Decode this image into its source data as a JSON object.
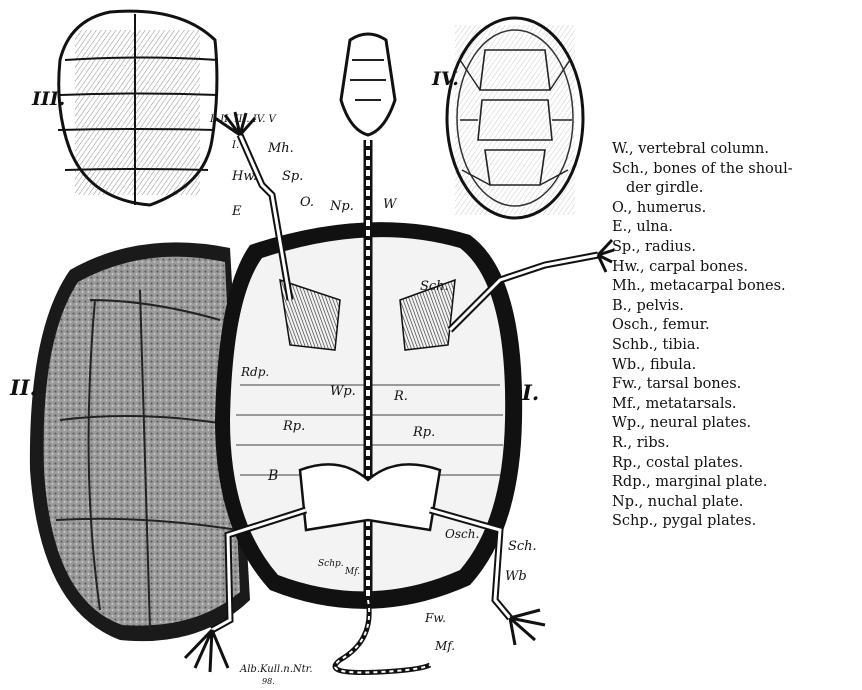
{
  "figure": {
    "roman_numerals": {
      "I": "I.",
      "II": "II.",
      "III": "III.",
      "IV": "IV."
    },
    "labels": {
      "digits": "I. II. III. IV. V",
      "digit_I": "I.",
      "Mh": "Mh.",
      "Hw": "Hw.",
      "Sp": "Sp.",
      "E": "E",
      "O": "O.",
      "Np": "Np.",
      "W": "W",
      "Sch_upper": "Sch.",
      "Rdp": "Rdp.",
      "Wp": "Wp.",
      "R": "R.",
      "Rp_left": "Rp.",
      "Rp_right": "Rp.",
      "B": "B",
      "Osch": "Osch.",
      "Sch_lower": "Sch.",
      "Wb": "Wb",
      "Schp": "Schp.",
      "Fw": "Fw.",
      "Mf": "Mf.",
      "Mf_small": "Mf.",
      "signature": "Alb.Kull.n.Ntr.",
      "signature_num": "98."
    }
  },
  "legend": [
    {
      "first": "W., vertebral column.",
      "cont": ""
    },
    {
      "first": "Sch., bones of the shoul-",
      "cont": "der girdle."
    },
    {
      "first": "O., humerus.",
      "cont": ""
    },
    {
      "first": "E., ulna.",
      "cont": ""
    },
    {
      "first": "Sp., radius.",
      "cont": ""
    },
    {
      "first": "Hw., carpal bones.",
      "cont": ""
    },
    {
      "first": "Mh., metacarpal bones.",
      "cont": ""
    },
    {
      "first": "B., pelvis.",
      "cont": ""
    },
    {
      "first": "Osch., femur.",
      "cont": ""
    },
    {
      "first": "Schb., tibia.",
      "cont": ""
    },
    {
      "first": "Wb., fibula.",
      "cont": ""
    },
    {
      "first": "Fw., tarsal bones.",
      "cont": ""
    },
    {
      "first": "Mf., metatarsals.",
      "cont": ""
    },
    {
      "first": "Wp., neural plates.",
      "cont": ""
    },
    {
      "first": "R., ribs.",
      "cont": ""
    },
    {
      "first": "Rp., costal plates.",
      "cont": ""
    },
    {
      "first": "Rdp., marginal plate.",
      "cont": ""
    },
    {
      "first": "Np., nuchal plate.",
      "cont": ""
    },
    {
      "first": "Schp., pygal plates.",
      "cont": ""
    }
  ]
}
